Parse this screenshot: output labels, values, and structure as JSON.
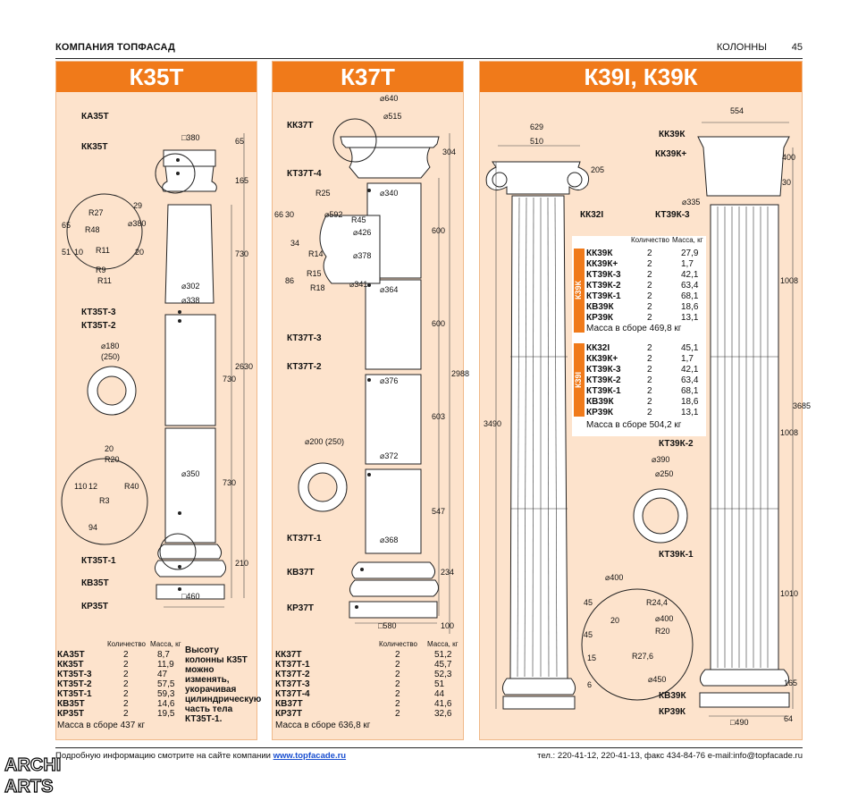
{
  "header": {
    "company": "КОМПАНИЯ ТОПФАСАД",
    "section": "КОЛОННЫ",
    "page": "45"
  },
  "k35": {
    "title": "К35Т",
    "labels": {
      "ka": "КА35Т",
      "kk": "КК35Т",
      "kt3": "КТ35Т-3",
      "kt2": "КТ35Т-2",
      "kt1": "КТ35Т-1",
      "kb": "КВ35Т",
      "kr": "КР35Т"
    },
    "dims": {
      "d380": "□380",
      "h65": "65",
      "h165": "165",
      "r29": "29",
      "r27": "R27",
      "d380b": "⌀380",
      "h65b": "65",
      "r48": "R48",
      "h51": "51",
      "h10": "10",
      "r11": "R11",
      "h20": "20",
      "r9": "R9",
      "r11b": "R11",
      "h730a": "730",
      "d302": "⌀302",
      "d338": "⌀338",
      "d180": "⌀180",
      "d250": "(250)",
      "h2630": "2630",
      "h730b": "730",
      "h730c": "730",
      "r20a": "20",
      "r20b": "R20",
      "h110": "110",
      "h12": "12",
      "r40": "R40",
      "r3": "R3",
      "h94": "94",
      "d350": "⌀350",
      "h210": "210",
      "d460": "□460"
    },
    "table": {
      "head_qty": "Количество",
      "head_mass": "Масса, кг",
      "rows": [
        {
          "name": "КА35Т",
          "qty": "2",
          "mass": "8,7"
        },
        {
          "name": "КК35Т",
          "qty": "2",
          "mass": "11,9"
        },
        {
          "name": "КТ35Т-3",
          "qty": "2",
          "mass": "47"
        },
        {
          "name": "КТ35Т-2",
          "qty": "2",
          "mass": "57,5"
        },
        {
          "name": "КТ35Т-1",
          "qty": "2",
          "mass": "59,3"
        },
        {
          "name": "КВ35Т",
          "qty": "2",
          "mass": "14,6"
        },
        {
          "name": "КР35Т",
          "qty": "2",
          "mass": "19,5"
        }
      ],
      "total": "Масса в сборе 437 кг"
    },
    "note": "Высоту колонны К35Т можно изменять, укорачивая цилиндрическую часть тела КТ35Т-1."
  },
  "k37": {
    "title": "К37Т",
    "labels": {
      "kk": "КК37Т",
      "kt4": "КТ37Т-4",
      "kt3": "КТ37Т-3",
      "kt2": "КТ37Т-2",
      "kt1": "КТ37Т-1",
      "kb": "КВ37Т",
      "kr": "КР37Т"
    },
    "dims": {
      "d640": "⌀640",
      "d515": "⌀515",
      "h304": "304",
      "d340": "⌀340",
      "r25": "R25",
      "d592": "⌀592",
      "r45": "R45",
      "h66": "66",
      "h30": "30",
      "d426": "⌀426",
      "h34": "34",
      "r14": "R14",
      "d378": "⌀378",
      "h86": "86",
      "r15": "R15",
      "r18": "R18",
      "d341": "⌀341",
      "h600a": "600",
      "d364": "⌀364",
      "h600b": "600",
      "h2988": "2988",
      "d376": "⌀376",
      "h603": "603",
      "d200": "⌀200 (250)",
      "d372": "⌀372",
      "h547": "547",
      "d368": "⌀368",
      "h234": "234",
      "d580": "□580",
      "h100": "100"
    },
    "table": {
      "head_qty": "Количество",
      "head_mass": "Масса, кг",
      "rows": [
        {
          "name": "КК37Т",
          "qty": "2",
          "mass": "51,2"
        },
        {
          "name": "КТ37Т-1",
          "qty": "2",
          "mass": "45,7"
        },
        {
          "name": "КТ37Т-2",
          "qty": "2",
          "mass": "52,3"
        },
        {
          "name": "КТ37Т-3",
          "qty": "2",
          "mass": "51"
        },
        {
          "name": "КТ37Т-4",
          "qty": "2",
          "mass": "44"
        },
        {
          "name": "КВ37Т",
          "qty": "2",
          "mass": "41,6"
        },
        {
          "name": "КР37Т",
          "qty": "2",
          "mass": "32,6"
        }
      ],
      "total": "Масса в сборе 636,8 кг"
    }
  },
  "k39": {
    "title": "К39I, К39К",
    "labels": {
      "kk39k": "КК39К",
      "kk39kp": "КК39К+",
      "kk32i": "КК32I",
      "kt3": "КТ39К-3",
      "kt2": "КТ39К-2",
      "kt1": "КТ39К-1",
      "kb": "КВ39К",
      "kr": "КР39К"
    },
    "dims": {
      "d554": "554",
      "d629": "629",
      "d510": "510",
      "h205": "205",
      "h400": "400",
      "h30": "30",
      "d335": "⌀335",
      "h1008a": "1008",
      "h3490": "3490",
      "h1008b": "1008",
      "h3685": "3685",
      "d390": "⌀390",
      "d250": "⌀250",
      "h1010": "1010",
      "d400": "⌀400",
      "h45": "45",
      "r24": "R24,4",
      "d400b": "⌀400",
      "h20": "20",
      "h45b": "45",
      "r20": "R20",
      "r27": "R27,6",
      "h15": "15",
      "h6": "6",
      "d450": "⌀450",
      "h165": "165",
      "h64": "64",
      "d490": "□490"
    },
    "table": {
      "head_qty": "Количество",
      "head_mass": "Масса, кг",
      "tag_k": "К39К",
      "tag_i": "К39I",
      "rows_k": [
        {
          "name": "КК39К",
          "qty": "2",
          "mass": "27,9"
        },
        {
          "name": "КК39К+",
          "qty": "2",
          "mass": "1,7"
        },
        {
          "name": "КТ39К-3",
          "qty": "2",
          "mass": "42,1"
        },
        {
          "name": "КТ39К-2",
          "qty": "2",
          "mass": "63,4"
        },
        {
          "name": "КТ39К-1",
          "qty": "2",
          "mass": "68,1"
        },
        {
          "name": "КВ39К",
          "qty": "2",
          "mass": "18,6"
        },
        {
          "name": "КР39К",
          "qty": "2",
          "mass": "13,1"
        }
      ],
      "total_k": "Масса в сборе 469,8 кг",
      "rows_i": [
        {
          "name": "КК32I",
          "qty": "2",
          "mass": "45,1"
        },
        {
          "name": "КК39К+",
          "qty": "2",
          "mass": "1,7"
        },
        {
          "name": "КТ39К-3",
          "qty": "2",
          "mass": "42,1"
        },
        {
          "name": "КТ39К-2",
          "qty": "2",
          "mass": "63,4"
        },
        {
          "name": "КТ39К-1",
          "qty": "2",
          "mass": "68,1"
        },
        {
          "name": "КВ39К",
          "qty": "2",
          "mass": "18,6"
        },
        {
          "name": "КР39К",
          "qty": "2",
          "mass": "13,1"
        }
      ],
      "total_i": "Масса в сборе 504,2 кг"
    }
  },
  "footer": {
    "info": "Подробную информацию смотрите на сайте компании",
    "site": "www.topfacade.ru",
    "contacts": "тел.: 220-41-12, 220-41-13, факс 434-84-76 e-mail:info@topfacade.ru"
  },
  "logo": {
    "text_top": "ARCHI",
    "text_bottom": "ARTS"
  },
  "colors": {
    "accent": "#f07a1a",
    "panel_bg": "#fde3cc",
    "line": "#222222"
  }
}
